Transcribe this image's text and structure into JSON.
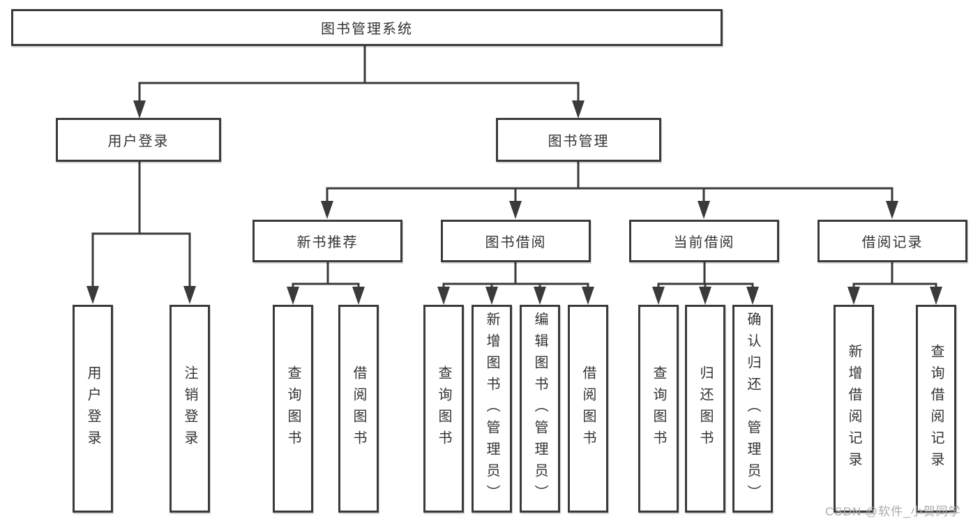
{
  "colors": {
    "box_border": "#3a3a3a",
    "connector_line": "#3a3a3a",
    "text": "#333333",
    "watermark": "#b3a9a9",
    "background": "#ffffff"
  },
  "watermark": "CSDN @软件_小贺同学",
  "tree": {
    "root": {
      "label": "图书管理系统",
      "children": [
        {
          "label": "用户登录",
          "children": [
            {
              "label": "用户登录"
            },
            {
              "label": "注销登录"
            }
          ]
        },
        {
          "label": "图书管理",
          "children": [
            {
              "label": "新书推荐",
              "children": [
                {
                  "label": "查询图书"
                },
                {
                  "label": "借阅图书"
                }
              ]
            },
            {
              "label": "图书借阅",
              "children": [
                {
                  "label": "查询图书"
                },
                {
                  "label": "新增图书（管理员）"
                },
                {
                  "label": "编辑图书（管理员）"
                },
                {
                  "label": "借阅图书"
                }
              ]
            },
            {
              "label": "当前借阅",
              "children": [
                {
                  "label": "查询图书"
                },
                {
                  "label": "归还图书"
                },
                {
                  "label": "确认归还（管理员）"
                }
              ]
            },
            {
              "label": "借阅记录",
              "children": [
                {
                  "label": "新增借阅记录"
                },
                {
                  "label": "查询借阅记录"
                }
              ]
            }
          ]
        }
      ]
    }
  }
}
